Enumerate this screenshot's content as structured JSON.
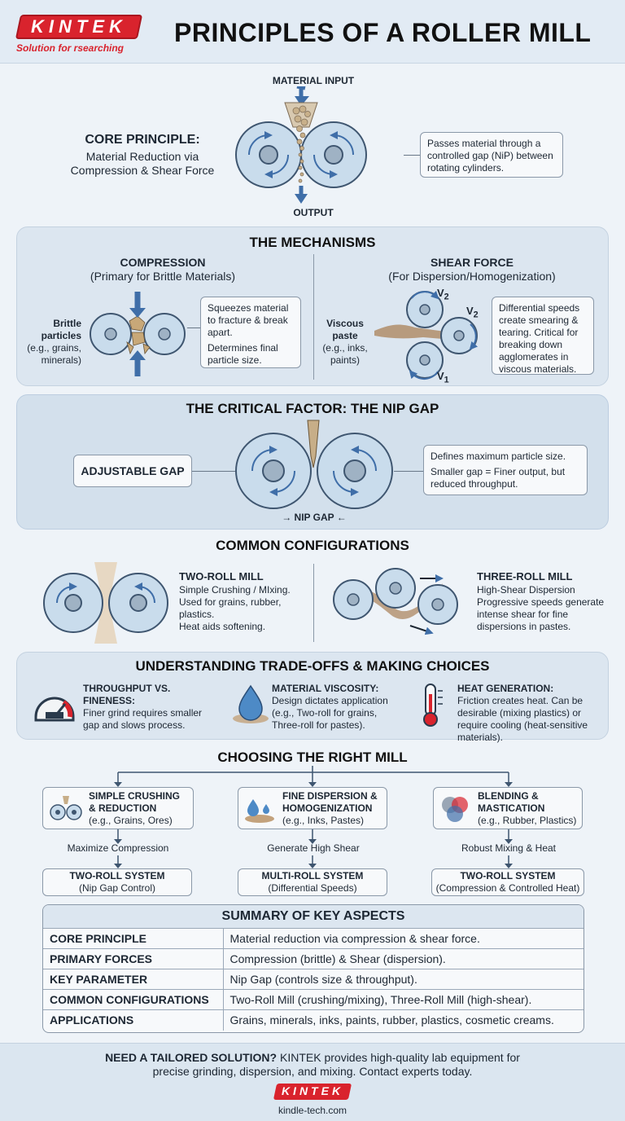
{
  "header": {
    "logo": "KINTEK",
    "tagline": "Solution for rsearching",
    "title": "PRINCIPLES OF A ROLLER MILL"
  },
  "core": {
    "input_label": "MATERIAL INPUT",
    "output_label": "OUTPUT",
    "title": "CORE PRINCIPLE:",
    "subtitle": "Material Reduction via Compression & Shear Force",
    "description": "Passes material through a controlled gap (NiP) between rotating cylinders."
  },
  "mechanisms": {
    "title": "THE MECHANISMS",
    "compression": {
      "title": "COMPRESSION",
      "subtitle": "(Primary for Brittle Materials)",
      "label_main": "Brittle particles",
      "label_sub": "(e.g., grains, minerals)",
      "desc1": "Squeezes material to fracture & break apart.",
      "desc2": "Determines final particle size."
    },
    "shear": {
      "title": "SHEAR FORCE",
      "subtitle": "(For Dispersion/Homogenization)",
      "label_main": "Viscous paste",
      "label_sub": "(e.g., inks, paints)",
      "v_top": "V",
      "v_top_sub": "2",
      "v_right": "V",
      "v_right_sub": "2",
      "v_bottom": "V",
      "v_bottom_sub": "1",
      "desc": "Differential speeds create smearing & tearing. Critical for breaking down agglomerates in viscous materials."
    }
  },
  "nip": {
    "title": "THE CRITICAL FACTOR: THE NIP GAP",
    "adjustable": "ADJUSTABLE GAP",
    "gap_label": "NIP GAP",
    "desc1": "Defines maximum particle size.",
    "desc2": "Smaller gap = Finer output, but reduced throughput."
  },
  "configs": {
    "title": "COMMON CONFIGURATIONS",
    "two_roll": {
      "title": "TWO-ROLL MILL",
      "line1": "Simple Crushing / MIxing.",
      "line2": "Used for grains, rubber, plastics.",
      "line3": "Heat aids softening."
    },
    "three_roll": {
      "title": "THREE-ROLL MILL",
      "line1": "High-Shear Dispersion",
      "line2": "Progressive speeds generate intense shear for fine dispersions in pastes."
    }
  },
  "tradeoffs": {
    "title": "UNDERSTANDING TRADE-OFFS & MAKING CHOICES",
    "items": [
      {
        "title": "THROUGHPUT VS. FINENESS:",
        "desc": "Finer grind requires smaller gap and slows process.",
        "icon": "gauge-icon"
      },
      {
        "title": "MATERIAL VISCOSITY:",
        "desc": "Design dictates application (e.g., Two-roll for grains, Three-roll for pastes).",
        "icon": "droplet-icon"
      },
      {
        "title": "HEAT GENERATION:",
        "desc": "Friction creates heat. Can be desirable (mixing plastics) or require cooling (heat-sensitive materials).",
        "icon": "thermometer-icon"
      }
    ]
  },
  "choose": {
    "title": "CHOOSING THE RIGHT MILL",
    "columns": [
      {
        "t1": "SIMPLE CRUSHING",
        "t2": "& REDUCTION",
        "ex": "(e.g., Grains, Ores)",
        "action": "Maximize Compression",
        "sys": "TWO-ROLL SYSTEM",
        "sys_sub": "(Nip Gap Control)",
        "icon": "rollers-icon"
      },
      {
        "t1": "FINE DISPERSION &",
        "t2": "HOMOGENIZATION",
        "ex": "(e.g., Inks, Pastes)",
        "action": "Generate High Shear",
        "sys": "MULTI-ROLL SYSTEM",
        "sys_sub": "(Differential Speeds)",
        "icon": "drops-icon"
      },
      {
        "t1": "BLENDING &",
        "t2": "MASTICATION",
        "ex": "(e.g., Rubber, Plastics)",
        "action": "Robust Mixing & Heat",
        "sys": "TWO-ROLL SYSTEM",
        "sys_sub": "(Compression & Controlled Heat)",
        "icon": "venn-icon"
      }
    ]
  },
  "summary": {
    "title": "SUMMARY OF KEY ASPECTS",
    "rows": [
      {
        "k": "CORE PRINCIPLE",
        "v": "Material reduction via compression & shear force."
      },
      {
        "k": "PRIMARY FORCES",
        "v": "Compression (brittle) & Shear (dispersion)."
      },
      {
        "k": "KEY PARAMETER",
        "v": "Nip Gap (controls size & throughput)."
      },
      {
        "k": "COMMON CONFIGURATIONS",
        "v": "Two-Roll Mill (crushing/mixing), Three-Roll Mill (high-shear)."
      },
      {
        "k": "APPLICATIONS",
        "v": "Grains, minerals, inks, paints, rubber, plastics, cosmetic creams."
      }
    ]
  },
  "footer": {
    "cta_bold": "NEED A TAILORED SOLUTION?",
    "cta_text": " KINTEK provides high-quality lab equipment for precise grinding, dispersion, and mixing. Contact experts today.",
    "logo": "KINTEK",
    "url": "kindle-tech.com"
  },
  "colors": {
    "roller_fill": "#c9dcec",
    "roller_stroke": "#3f5670",
    "arrow_blue": "#3f6ea8",
    "accent_red": "#d9232d",
    "paste": "#b08d6a"
  }
}
